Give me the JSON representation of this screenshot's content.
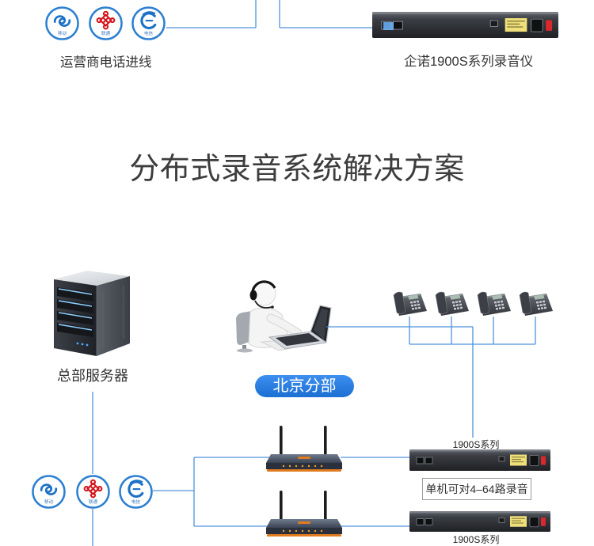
{
  "page": {
    "title": "分布式录音系统解决方案"
  },
  "carriers": [
    {
      "icon": "china-mobile-logo",
      "label": "移动"
    },
    {
      "icon": "china-unicom-logo",
      "label": "联通"
    },
    {
      "icon": "china-telecom-logo",
      "label": "电信"
    }
  ],
  "top_diagram": {
    "carrier_caption": "运营商电话进线",
    "recorder_caption": "企诺1900S系列录音仪"
  },
  "distributed_diagram": {
    "hq_server_caption": "总部服务器",
    "branch_label": "北京分部",
    "recorder_upper_label": "1900S系列",
    "recorder_lower_label": "1900S系列",
    "capacity_note": "单机可对4–64路录音"
  },
  "icons": {
    "recorder": "rack-recorder-icon",
    "server": "server-tower-icon",
    "agent": "agent-with-headset-icon",
    "phone": "desk-phone-icon",
    "router": "wireless-router-icon"
  },
  "colors": {
    "connector_line": "#4f93dd",
    "branch_badge": "#1b6fd2",
    "title_text": "#3d3d3d",
    "caption_text": "#333333"
  }
}
